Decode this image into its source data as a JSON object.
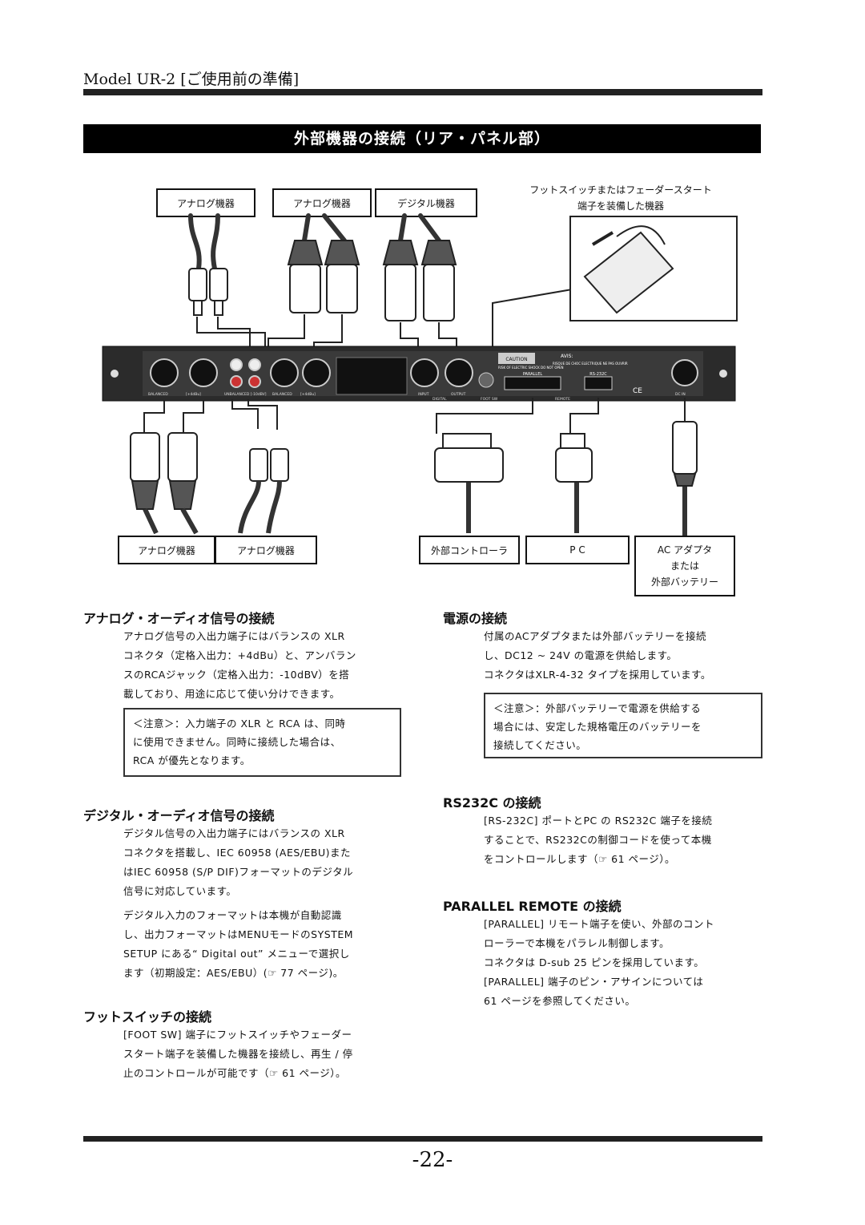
{
  "header": {
    "title": "Model UR-2 [ご使用前の準備]"
  },
  "section_title": "外部機器の接続（リア・パネル部）",
  "diagram": {
    "top_labels": [
      "アナログ機器",
      "アナログ機器",
      "デジタル機器"
    ],
    "footswitch_caption": [
      "フットスイッチまたはフェーダースタート",
      "端子を装備した機器"
    ],
    "bottom_labels": [
      "アナログ機器",
      "アナログ機器",
      "外部コントローラ",
      "P C"
    ],
    "power_label": [
      "AC アダプタ",
      "または",
      "外部バッテリー"
    ],
    "panel_text": {
      "caution": "CAUTION",
      "caution_sub": "RISK OF ELECTRIC SHOCK DO NOT OPEN",
      "avis": "AVIS:",
      "avis_sub": "RISQUE DE CHOC ELECTRIQUE NE PAS OUVRIR",
      "parallel": "PARALLEL",
      "rs232c": "RS-232C",
      "balanced_in": "BALANCED",
      "plus4_in": "[+4dBu]",
      "unbalanced": "UNBALANCED [-10dBV]",
      "balanced_out": "BALANCED",
      "plus4_out": "[+4dBu]",
      "input": "INPUT",
      "output": "OUTPUT",
      "digital": "DIGITAL",
      "footsw": "FOOT SW",
      "remote": "REMOTE",
      "dcin": "DC IN",
      "ce": "CE"
    }
  },
  "sections": {
    "analog": {
      "heading": "アナログ・オーディオ信号の接続",
      "body": "アナログ信号の入出力端子にはバランスの XLR\nコネクタ（定格入出力：+4dBu）と、アンバラン\nスのRCAジャック（定格入出力：-10dBV）を搭\n載しており、用途に応じて使い分けできます。",
      "note": "＜注意＞：入力端子の XLR と RCA は、同時\nに使用できません。同時に接続した場合は、\nRCA が優先となります。"
    },
    "digital": {
      "heading": "デジタル・オーディオ信号の接続",
      "body1": "デジタル信号の入出力端子にはバランスの XLR\nコネクタを搭載し、IEC 60958 (AES/EBU)また\nはIEC 60958 (S/P DIF)フォーマットのデジタル\n信号に対応しています。",
      "body2": "デジタル入力のフォーマットは本機が自動認識\nし、出力フォーマットはMENUモードのSYSTEM\nSETUP にある“ Digital out” メニューで選択し\nます（初期設定：AES/EBU）(☞ 77 ページ)。"
    },
    "footswitch": {
      "heading": "フットスイッチの接続",
      "body": "[FOOT SW] 端子にフットスイッチやフェーダー\nスタート端子を装備した機器を接続し、再生 / 停\n止のコントロールが可能です（☞ 61 ページ）。"
    },
    "power": {
      "heading": "電源の接続",
      "body": "付属のACアダプタまたは外部バッテリーを接続\nし、DC12 ~ 24V の電源を供給します。\nコネクタはXLR-4-32 タイプを採用しています。",
      "note": "＜注意＞：外部バッテリーで電源を供給する\n場合には、安定した規格電圧のバッテリーを\n接続してください。"
    },
    "rs232c": {
      "heading": "RS232C の接続",
      "body": "[RS-232C] ポートとPC の RS232C 端子を接続\nすることで、RS232Cの制御コードを使って本機\nをコントロールします（☞ 61 ページ）。"
    },
    "parallel": {
      "heading": "PARALLEL REMOTE の接続",
      "body": "[PARALLEL] リモート端子を使い、外部のコント\nローラーで本機をパラレル制御します。\nコネクタは D-sub 25 ピンを採用しています。\n[PARALLEL] 端子のピン・アサインについては\n61 ページを参照してください。"
    }
  },
  "page_number": "-22-"
}
